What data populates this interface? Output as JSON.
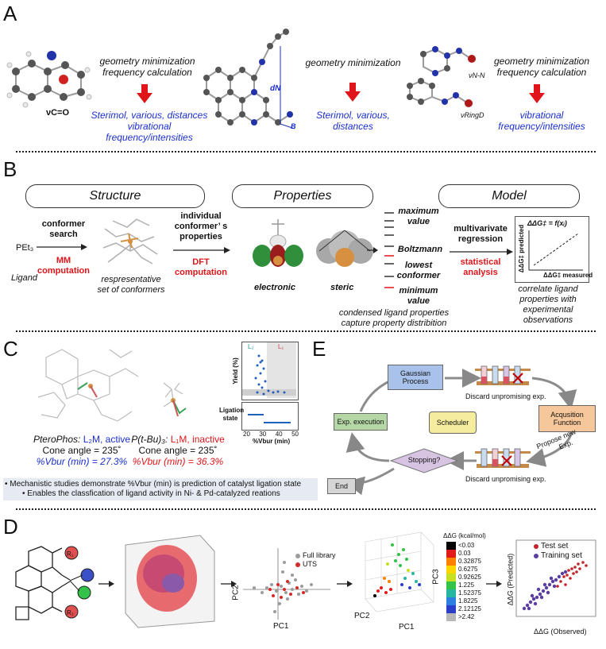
{
  "panels": {
    "a": "A",
    "b": "B",
    "c": "C",
    "d": "D",
    "e": "E"
  },
  "a": {
    "mol1_label": "νC=O",
    "step1_l1": "geometry minimization",
    "step1_l2": "frequency calculation",
    "out1_l1": "Sterimol, various, distances",
    "out1_l2": "vibrational frequency/intensities",
    "mol2_dn": "dN",
    "mol2_b": "B",
    "step2": "geometry minimization",
    "out2_l1": "Sterimol, various,",
    "out2_l2": "distances",
    "mol3_l1": "νN-N",
    "mol3_l2": "νRingD",
    "step3_l1": "geometry minimization",
    "step3_l2": "frequency calculation",
    "out3_l1": "vibrational",
    "out3_l2": "frequency/intensities"
  },
  "b": {
    "structure": "Structure",
    "properties": "Properties",
    "model": "Model",
    "pet3": "PEt₃",
    "ligand": "Ligand",
    "search_l1": "conformer",
    "search_l2": "search",
    "mm_l1": "MM",
    "mm_l2": "computation",
    "rep_l1": "respresentative",
    "rep_l2": "set of conformers",
    "ind_l1": "individual",
    "ind_l2": "conformer’ s",
    "ind_l3": "properties",
    "dft_l1": "DFT",
    "dft_l2": "computation",
    "electronic": "electronic",
    "steric": "steric",
    "max_l1": "maximum",
    "max_l2": "value",
    "boltz": "Boltzmann",
    "low_l1": "lowest",
    "low_l2": "conformer",
    "min_l1": "minimum",
    "min_l2": "value",
    "cond_l1": "condensed ligand properties",
    "cond_l2": "capture property distribition",
    "mvr_l1": "multivarivate",
    "mvr_l2": "regression",
    "stat_l1": "statistical",
    "stat_l2": "analysis",
    "plot_eq": "ΔΔG‡ = f(xᵢ)",
    "plot_y": "ΔΔG‡ predicted",
    "plot_x": "ΔΔG‡ measured",
    "corr_l1": "correlate ligand",
    "corr_l2": "properties with",
    "corr_l3": "experimental",
    "corr_l4": "observations"
  },
  "c": {
    "ptero_name": "PteroPhos:",
    "ptero_state": "L₂M, active",
    "ptero_cone": "Cone angle = 235˚",
    "ptero_vbur": "%Vbur (min) = 27.3%",
    "ptbu_name": "P(t-Bu)₃:",
    "ptbu_state": "L₁M, inactive",
    "ptbu_cone": "Cone angle = 235˚",
    "ptbu_vbur": "%Vbur (min) = 36.3%",
    "plot_yield": "Yield (%)",
    "plot_lig": "Ligation state",
    "plot_x": "%Vbur (min)",
    "l2": "L₂",
    "l1": "L₁",
    "xticks": [
      "20",
      "30",
      "40",
      "50"
    ],
    "bullet1": "• Mechanistic studies demonstrate %Vbur (min) is prediction of catalyst ligation state",
    "bullet2": "• Enables the classfication of ligand activity in Ni- & Pd-catalyzed reations"
  },
  "e": {
    "gp_l1": "Gaussian",
    "gp_l2": "Process",
    "discard1": "Discard unpromising exp.",
    "acq_l1": "Acqusition",
    "acq_l2": "Function",
    "exec": "Exp. execution",
    "scheduler": "Scheduler",
    "propose_l1": "Propose new",
    "propose_l2": "Exp.",
    "stopping": "Stopping?",
    "discard2": "Discard unpromising exp.",
    "end": "End"
  },
  "d": {
    "r1": "R₁",
    "r2": "R₂",
    "pc1": "PC1",
    "pc2": "PC2",
    "legend_full": "Full library",
    "legend_uts": "UTS",
    "pc2b": "PC2",
    "pc1b": "PC1",
    "pc3": "PC3",
    "scale_title": "ΔΔG (kcal/mol)",
    "scale": [
      {
        "label": "<0.03",
        "color": "#000000"
      },
      {
        "label": "0.03",
        "color": "#e31a1c"
      },
      {
        "label": "0.32875",
        "color": "#ff7f00"
      },
      {
        "label": "0.6275",
        "color": "#ffd700"
      },
      {
        "label": "0.92625",
        "color": "#c7e020"
      },
      {
        "label": "1.225",
        "color": "#33c24a"
      },
      {
        "label": "1.52375",
        "color": "#25b5a0"
      },
      {
        "label": "1.8225",
        "color": "#2e7fe0"
      },
      {
        "label": "2.12125",
        "color": "#2a3ec9"
      },
      {
        "label": ">2.42",
        "color": "#b8b8b8"
      }
    ],
    "test": "Test set",
    "train": "Training set",
    "yaxis": "ΔΔG (Predicted)",
    "xaxis": "ΔΔG (Observed)"
  }
}
